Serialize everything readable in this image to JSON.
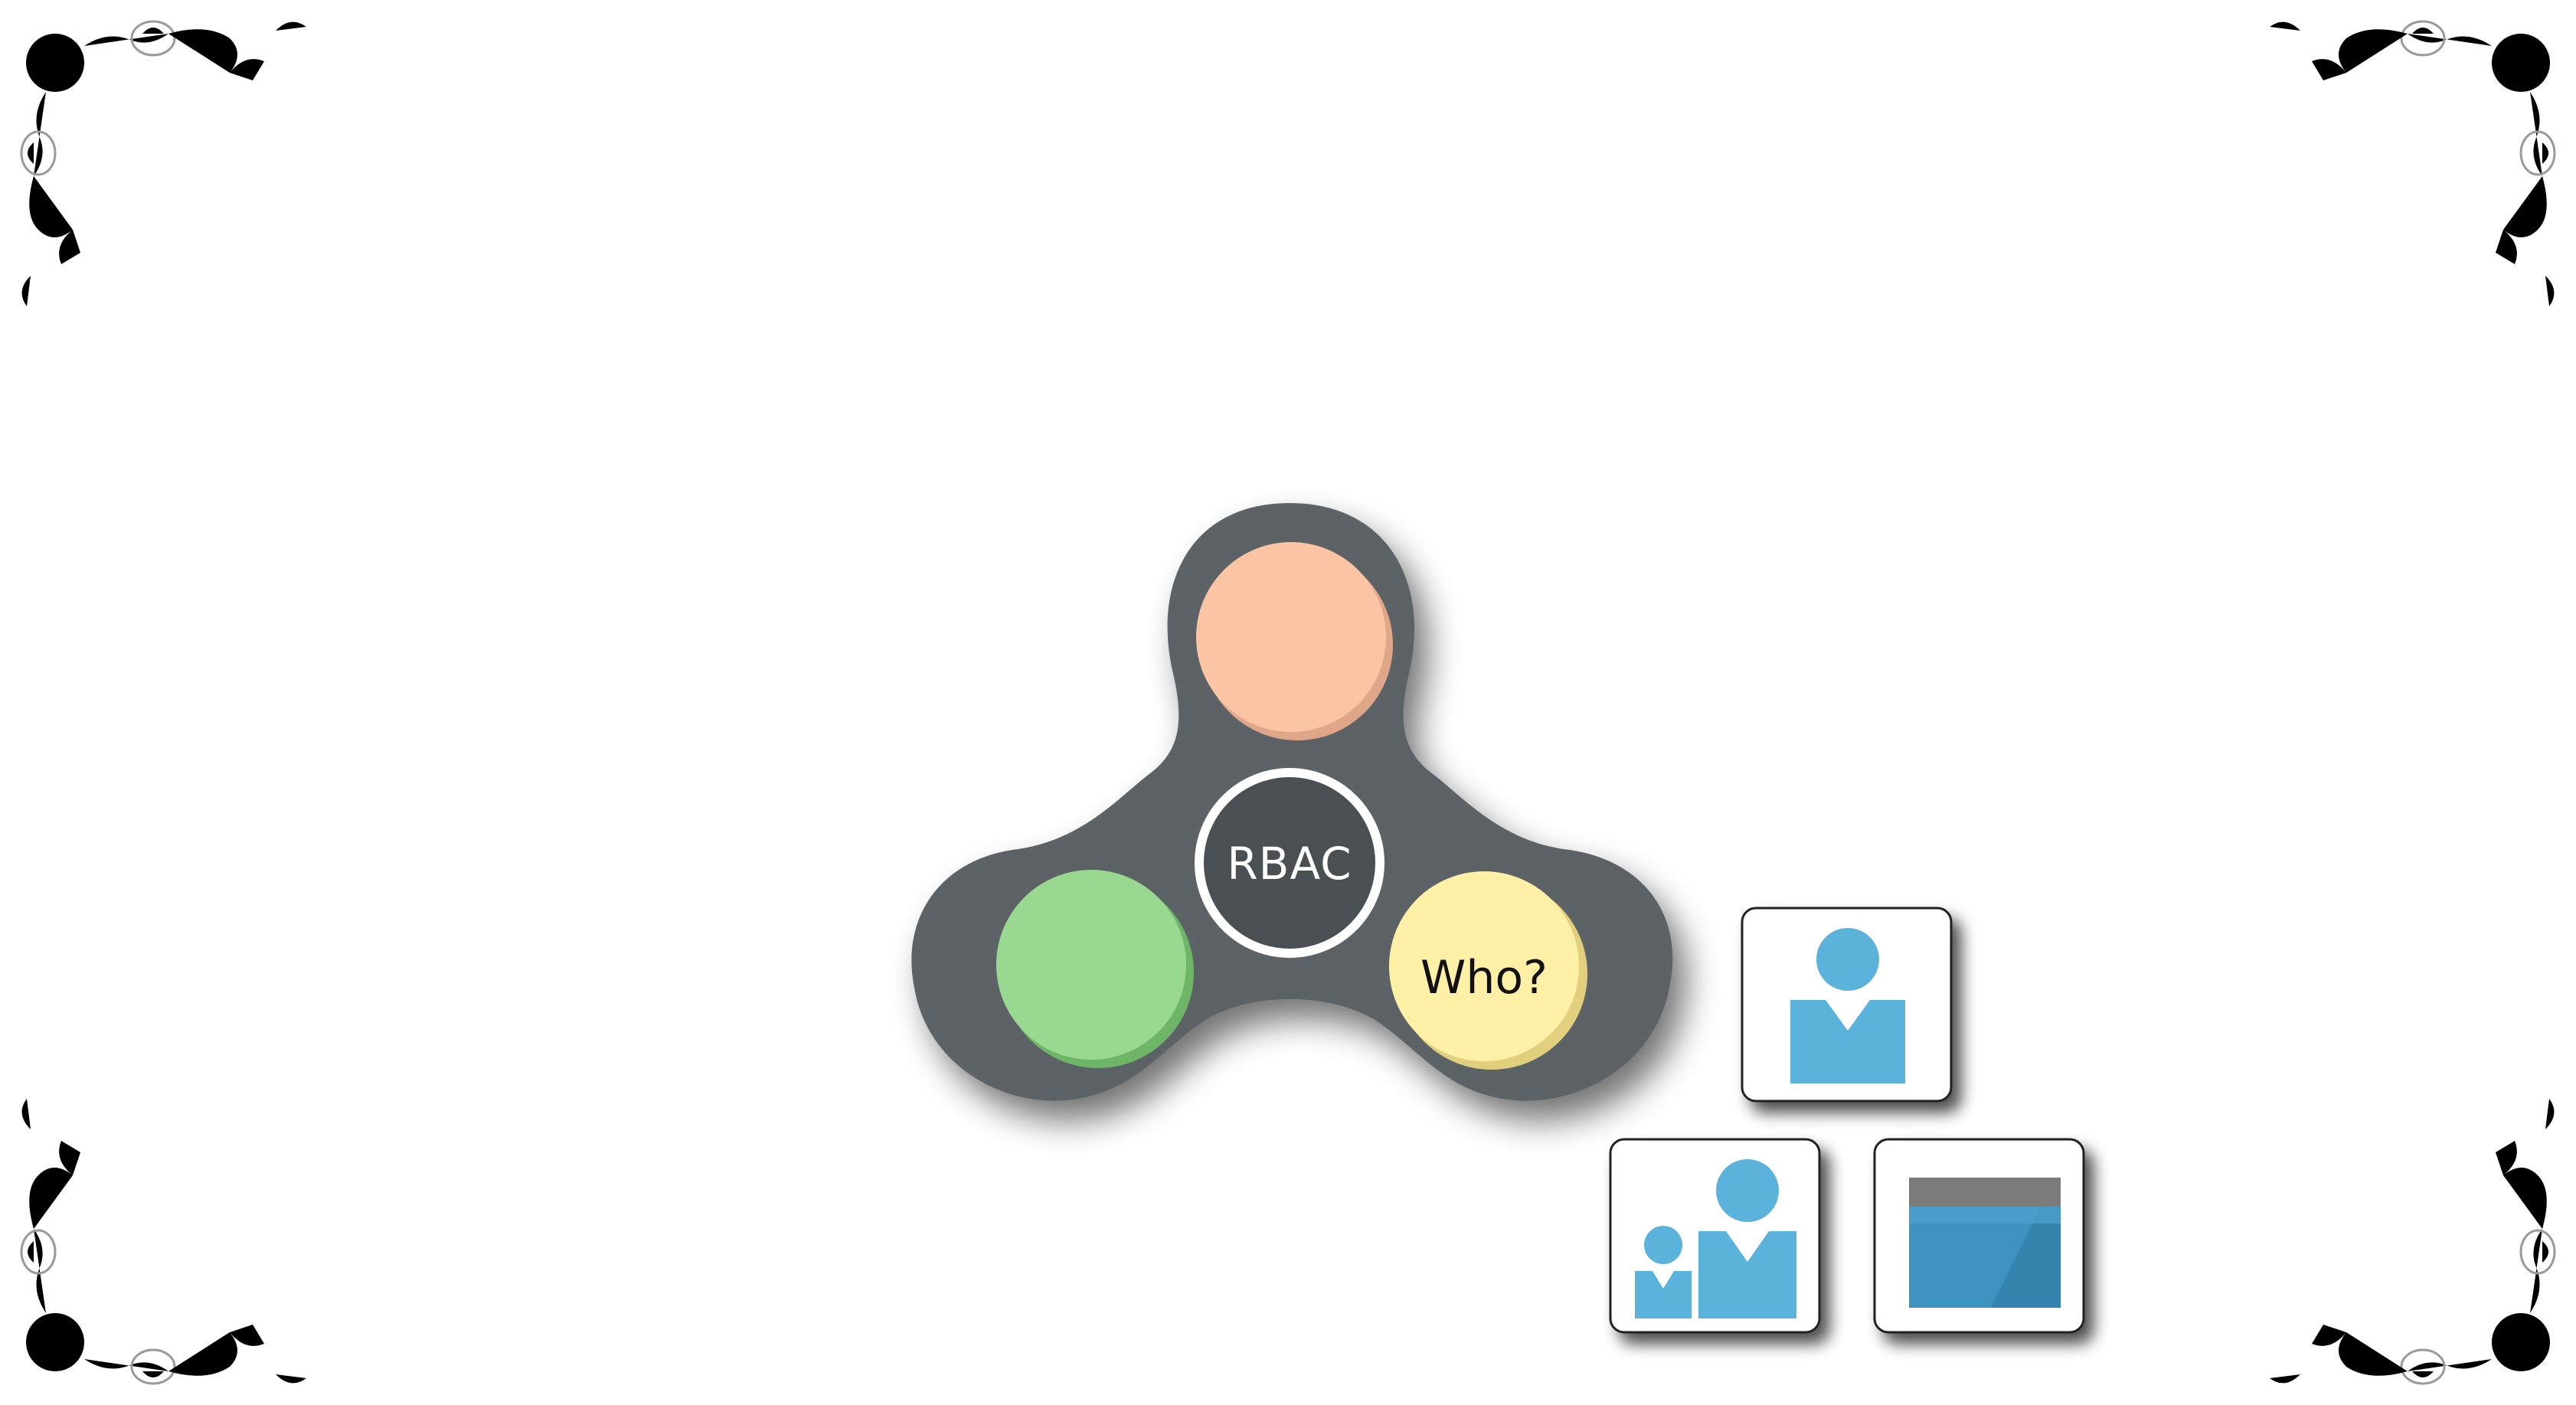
{
  "hub": {
    "label": "RBAC"
  },
  "nodes": [
    {
      "name": "top",
      "label": "",
      "color": "#FBC4A4",
      "shadow_color": "#E0A68A"
    },
    {
      "name": "left",
      "label": "",
      "color": "#98D890",
      "shadow_color": "#6FB568"
    },
    {
      "name": "right",
      "label": "Who?",
      "color": "#FEF0A6",
      "shadow_color": "#E1CF7E"
    }
  ],
  "spinner": {
    "body_color": "#5B6266",
    "hub_color": "#4A4F53",
    "ring_color": "#FFFFFF"
  },
  "cards": [
    {
      "name": "user-card",
      "icon": "user-icon"
    },
    {
      "name": "group-card",
      "icon": "group-icon"
    },
    {
      "name": "resource-card",
      "icon": "window-icon"
    }
  ],
  "icon_colors": {
    "primary": "#5BB2DA",
    "window_bar": "#7A7A7A",
    "window_body": "#3E92BF"
  },
  "ornaments": [
    "floral-corner-top-left",
    "floral-corner-top-right",
    "floral-corner-bottom-left",
    "floral-corner-bottom-right"
  ]
}
